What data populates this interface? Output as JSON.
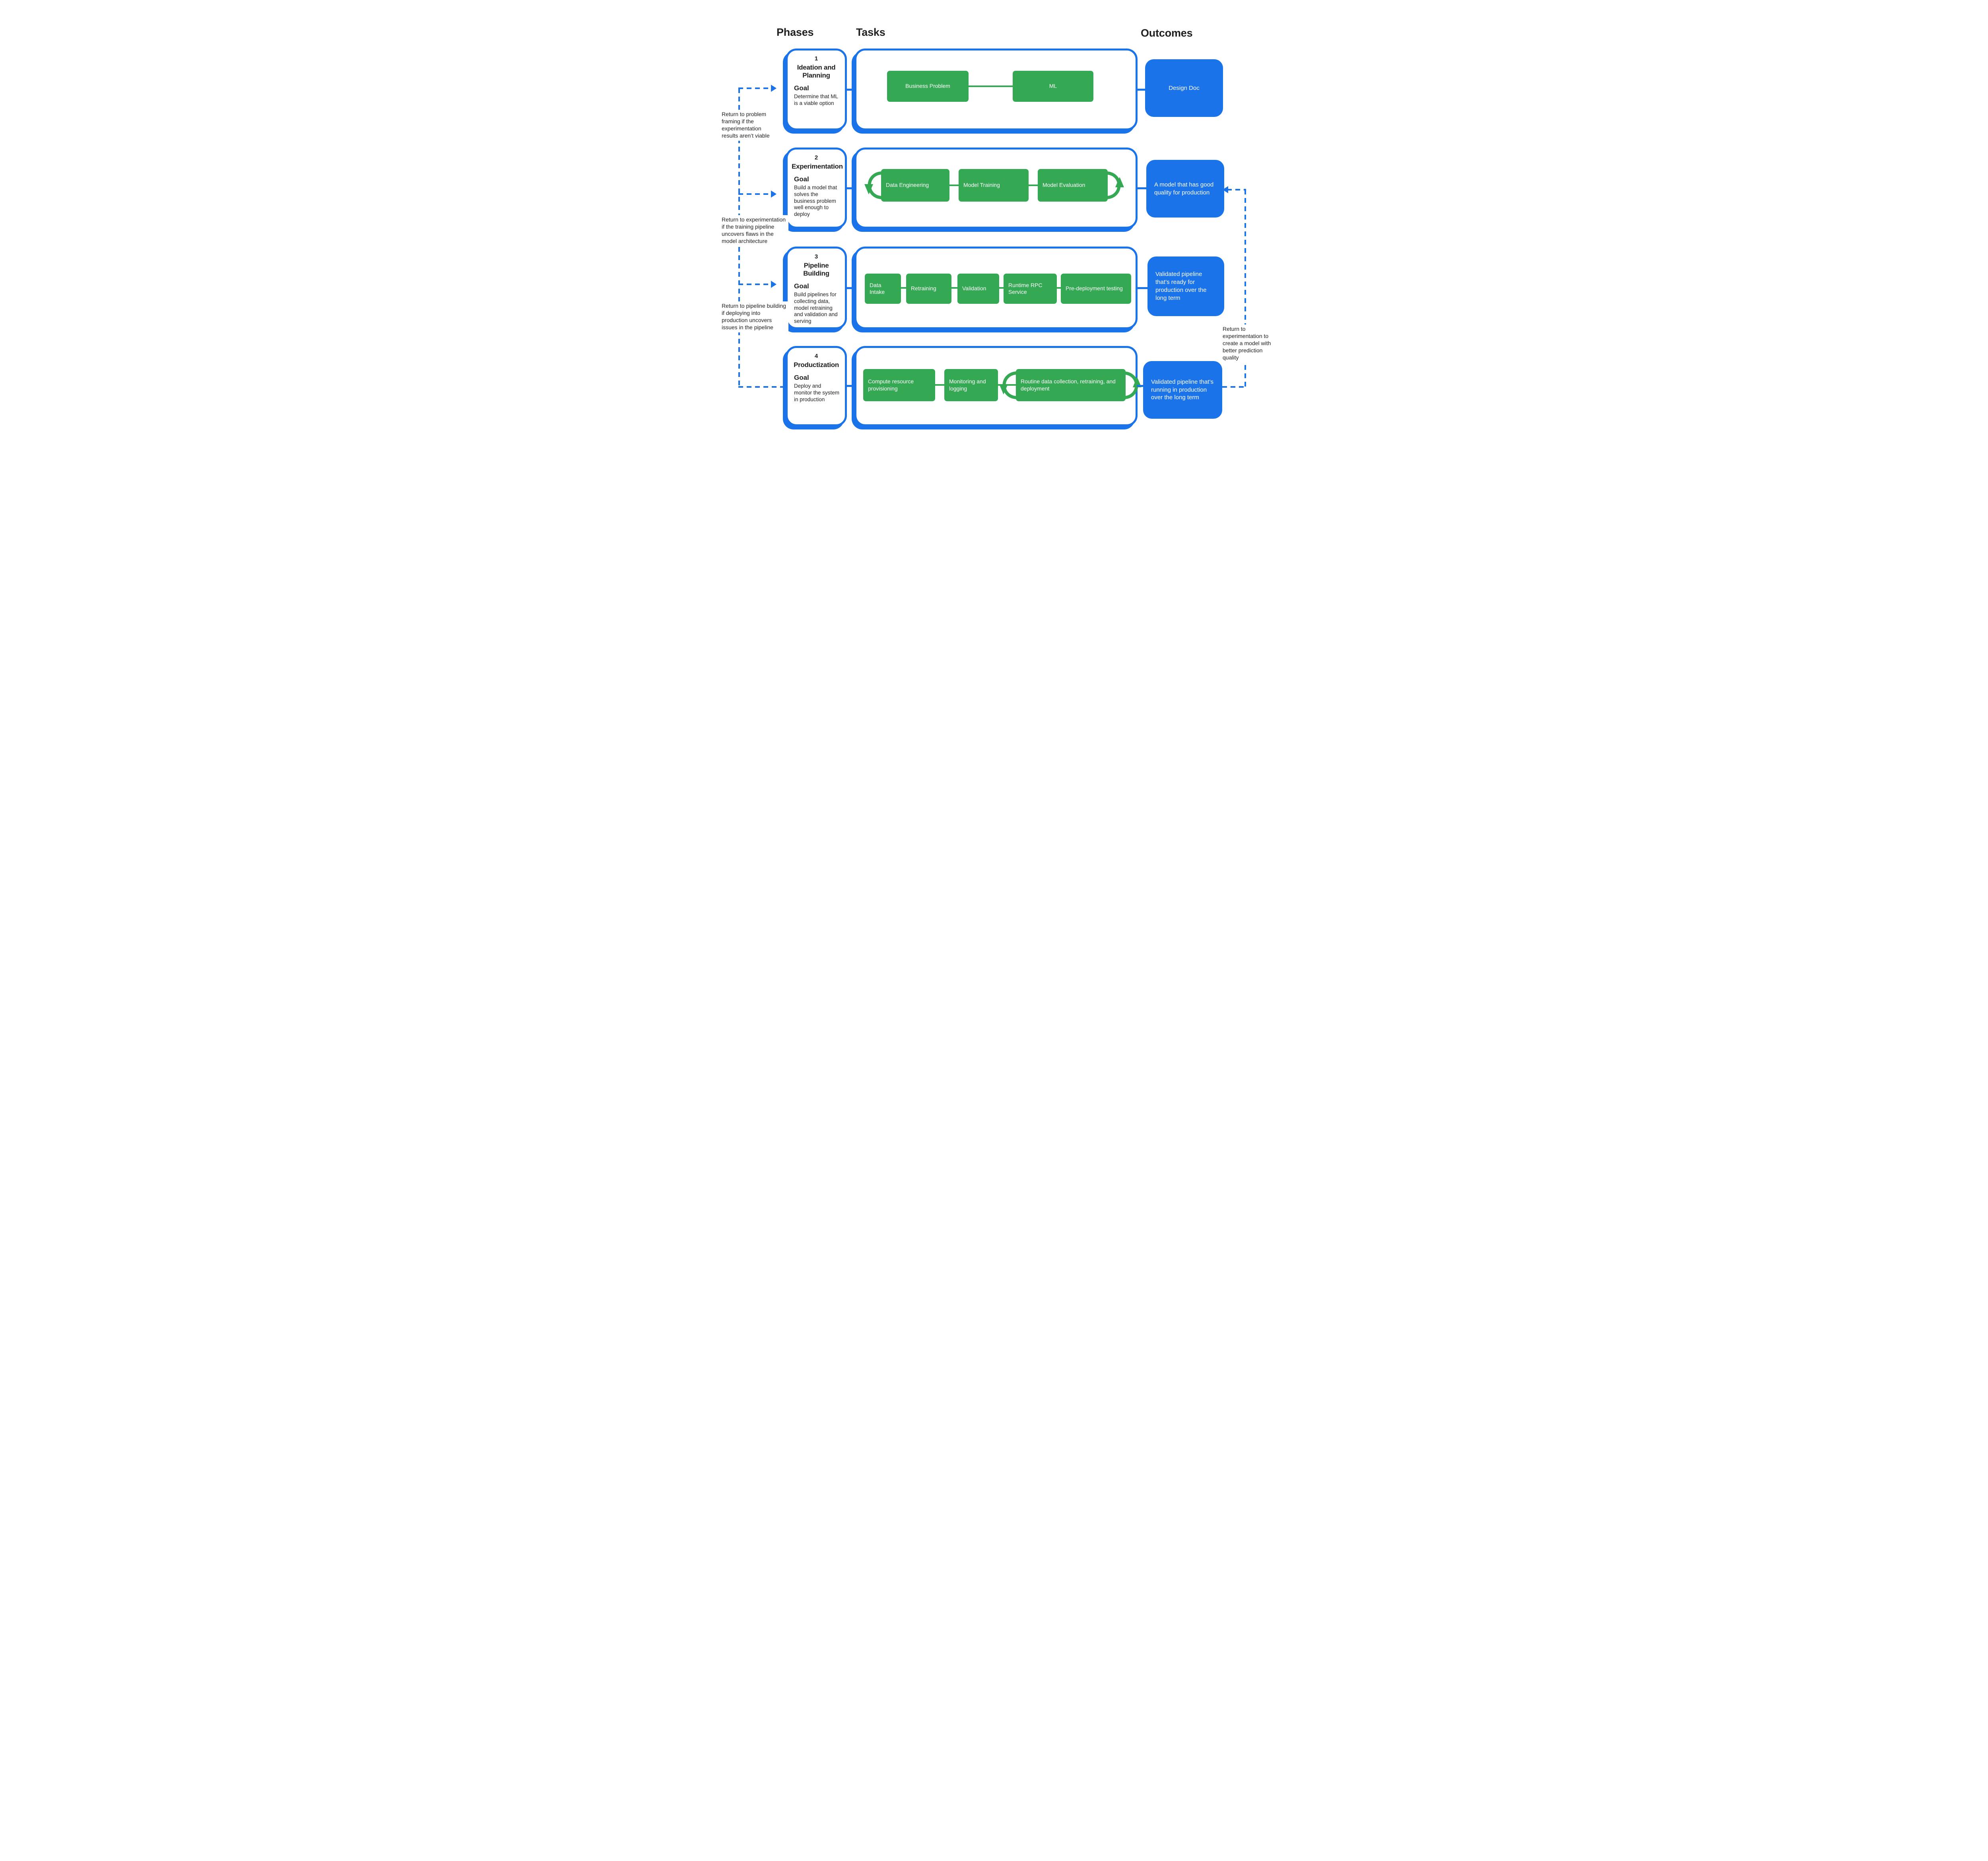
{
  "header": {
    "phases_label": "Phases",
    "tasks_label": "Tasks",
    "outcomes_label": "Outcomes"
  },
  "phases": [
    {
      "number": "1",
      "title": "Ideation and Planning",
      "goal_label": "Goal",
      "goal_text": "Determine that ML is a viable option",
      "tasks": [
        "Business Problem",
        "ML"
      ],
      "outcome": "Design Doc"
    },
    {
      "number": "2",
      "title": "Experimentation",
      "goal_label": "Goal",
      "goal_text": "Build a model that solves the business problem well enough to deploy",
      "tasks": [
        "Data Engineering",
        "Model Training",
        "Model Evaluation"
      ],
      "outcome": "A model that has good quality for production"
    },
    {
      "number": "3",
      "title": "Pipeline Building",
      "goal_label": "Goal",
      "goal_text": "Build pipelines for collecting data, model retraining and validation and serving",
      "tasks": [
        "Data Intake",
        "Retraining",
        "Validation",
        "Runtime RPC Service",
        "Pre-deployment testing"
      ],
      "outcome": "Validated pipeline that’s ready for production over the long term"
    },
    {
      "number": "4",
      "title": "Productization",
      "goal_label": "Goal",
      "goal_text": "Deploy and monitor the system in production",
      "tasks": [
        "Compute resource provisioning",
        "Monitoring and logging",
        "Routine data collection, retraining, and deployment"
      ],
      "outcome": "Validated pipeline that’s running in production over the long term"
    }
  ],
  "feedback": {
    "left_notes": [
      "Return to problem framing if the experimentation results aren’t viable",
      "Return to experimentation if the training pipeline uncovers flaws in the model architecture",
      "Return to pipeline building if deploying into production uncovers issues in the pipeline"
    ],
    "right_note": "Return to experimentation to create a model with better prediction quality"
  },
  "colors": {
    "blue": "#1A73E8",
    "green": "#34A853",
    "text": "#1F1F1F"
  }
}
